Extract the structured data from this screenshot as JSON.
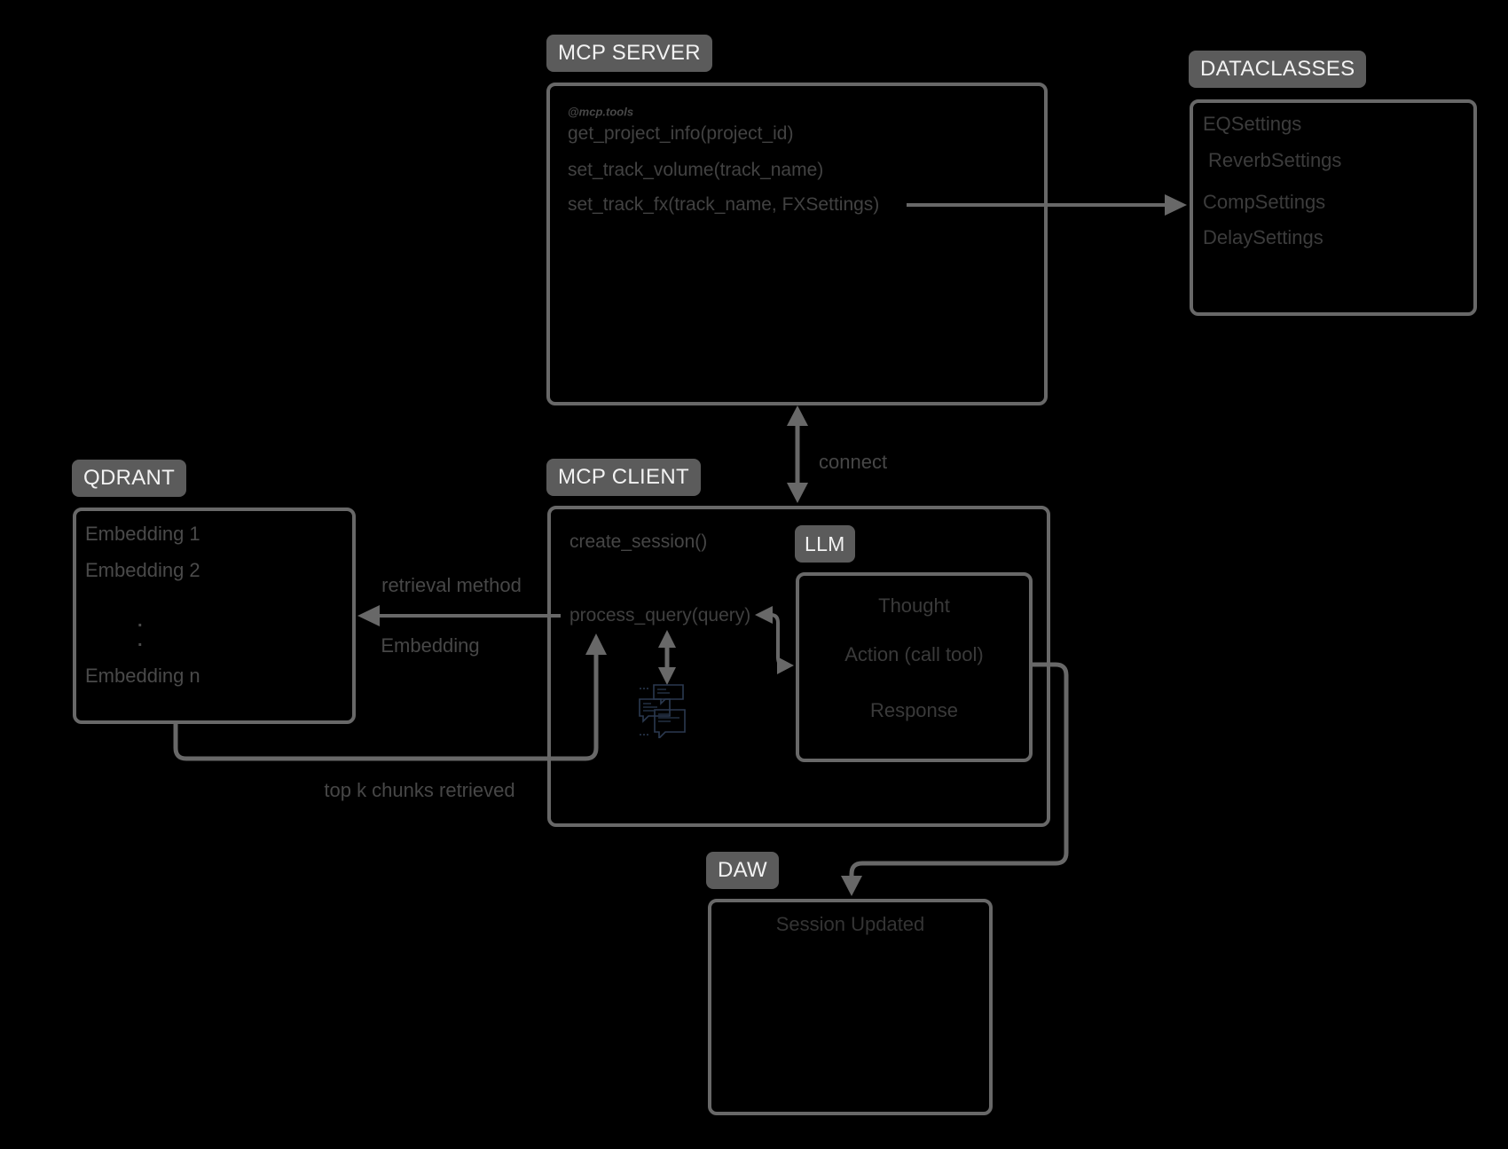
{
  "colors": {
    "background": "#000000",
    "box_border": "#686868",
    "connector": "#686868",
    "badge_bg": "#5b5b5b",
    "badge_text": "#f2f2f2",
    "content_text_dim": "#3a3a3a",
    "content_text_mid": "#4a4a4a",
    "chat_icon": "#2b3950"
  },
  "mcp_server": {
    "badge": "MCP SERVER",
    "decorator": "@mcp.tools",
    "tools": [
      "get_project_info(project_id)",
      "set_track_volume(track_name)",
      "set_track_fx(track_name, FXSettings)"
    ]
  },
  "dataclasses": {
    "badge": "DATACLASSES",
    "items": [
      "EQSettings",
      "ReverbSettings",
      "CompSettings",
      "DelaySettings"
    ]
  },
  "qdrant": {
    "badge": "QDRANT",
    "items": [
      "Embedding 1",
      "Embedding 2"
    ],
    "dots": [
      "·",
      "·"
    ],
    "last_item": "Embedding n"
  },
  "mcp_client": {
    "badge": "MCP CLIENT",
    "methods": [
      "create_session()",
      "process_query(query)"
    ]
  },
  "llm": {
    "badge": "LLM",
    "steps": [
      "Thought",
      "Action (call tool)",
      "Response"
    ]
  },
  "daw": {
    "badge": "DAW",
    "status": "Session Updated"
  },
  "edge_labels": {
    "connect": "connect",
    "retrieval_method": "retrieval method",
    "embedding": "Embedding",
    "top_k": "top k chunks retrieved"
  },
  "icons": {
    "chat": "chat-messages-icon"
  }
}
